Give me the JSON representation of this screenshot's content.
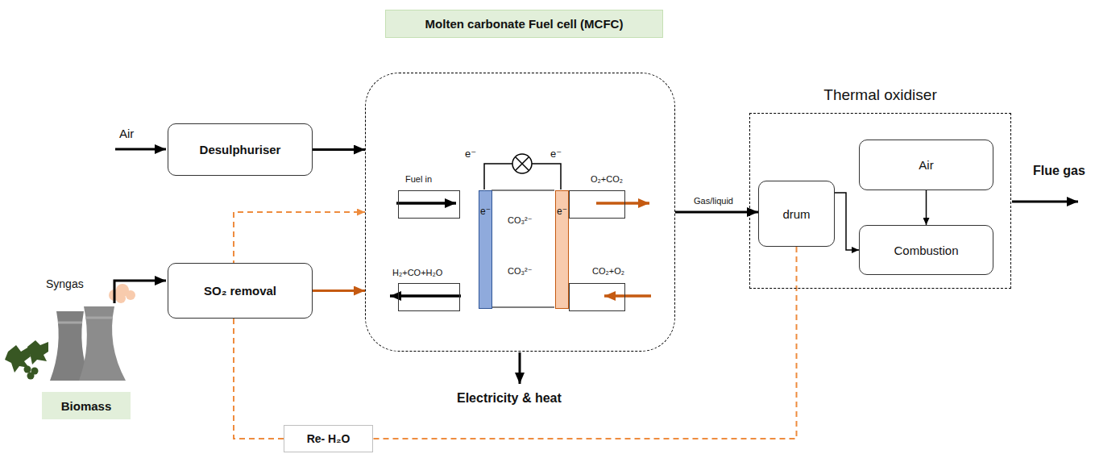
{
  "diagram": {
    "nodes": [
      {
        "text": [
          "Desulphuriser"
        ]
      },
      {
        "text": [
          "SO₂ removal"
        ]
      },
      {
        "text": [
          "Biomass"
        ]
      },
      {
        "text": [
          "Molten carbonate Fuel cell (MCFC)"
        ]
      },
      {
        "text": [
          "Fuel in"
        ],
        "in": 3
      },
      {
        "text": [
          "H₂+CO+H₂O"
        ],
        "in": 3
      },
      {
        "text": [
          "e⁻"
        ],
        "in": 3
      },
      {
        "text": [
          "e⁻"
        ],
        "in": 3
      },
      {
        "text": [
          "O₂+CO₂"
        ],
        "in": 3
      },
      {
        "text": [
          "CO₂+O₂"
        ],
        "in": 3
      },
      {
        "text": [
          "Thermal oxidiser"
        ]
      },
      {
        "text": [
          "drum"
        ],
        "in": 10
      },
      {
        "text": [
          "Air"
        ],
        "in": 10
      },
      {
        "text": [
          "Combustion"
        ],
        "in": 10
      },
      {
        "text": [
          "Re- H₂O"
        ]
      }
    ],
    "edges": [
      {
        "from": 0,
        "to": 3,
        "arrow": "to"
      },
      {
        "from": 1,
        "to": 3,
        "arrow": "to"
      },
      {
        "from": 3,
        "to": 11,
        "arrow": "to",
        "label": "Gas/liquid"
      },
      {
        "from": 11,
        "to": 13,
        "arrow": "to"
      },
      {
        "from": 12,
        "to": 13,
        "arrow": "to"
      },
      {
        "from": 11,
        "to": 14,
        "arrow": "none"
      },
      {
        "from": 14,
        "to": 3,
        "arrow": "to"
      }
    ],
    "labels": [
      "Air",
      "Syngas",
      "e⁻",
      "e⁻",
      "CO₃²⁻",
      "CO₃²⁻",
      "Electricity & heat",
      "Flue gas"
    ]
  }
}
